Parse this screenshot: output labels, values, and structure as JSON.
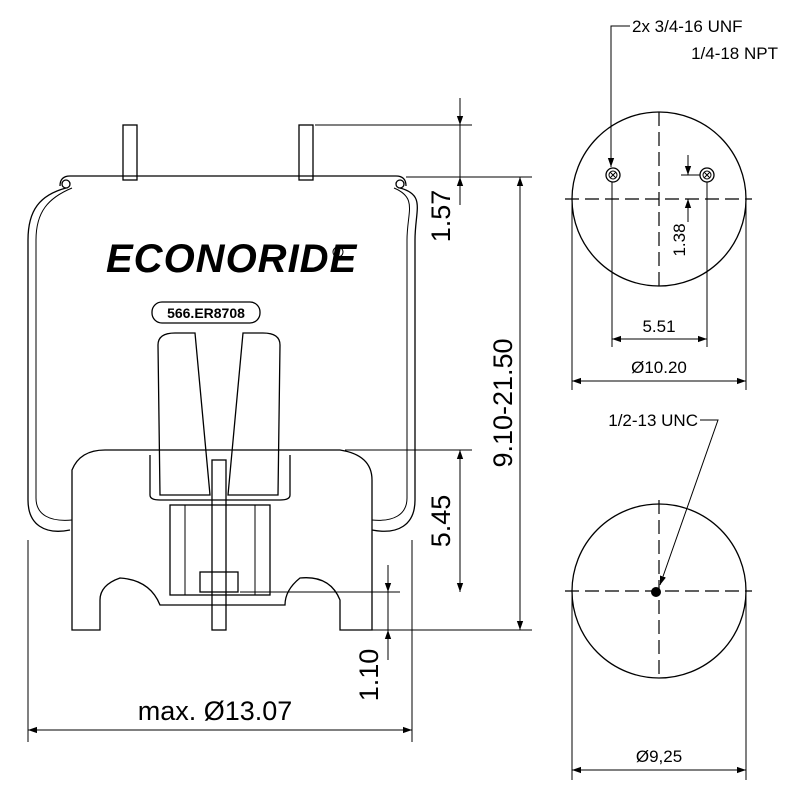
{
  "drawing": {
    "brand": "ECONORIDE",
    "part_number": "566.ER8708",
    "side_view": {
      "dim_stud_height": "1.57",
      "dim_height_range": "9.10-21.50",
      "dim_piston_height": "5.45",
      "dim_base": "1.10",
      "dim_max_diameter": "max. Ø13.07"
    },
    "top_view": {
      "thread_note_line1": "2x 3/4-16 UNF",
      "thread_note_line2": "1/4-18 NPT",
      "dim_offset": "1.38",
      "dim_stud_spacing": "5.51",
      "dim_diameter": "Ø10.20"
    },
    "bottom_view": {
      "thread_note": "1/2-13 UNC",
      "dim_diameter": "Ø9,25"
    }
  }
}
